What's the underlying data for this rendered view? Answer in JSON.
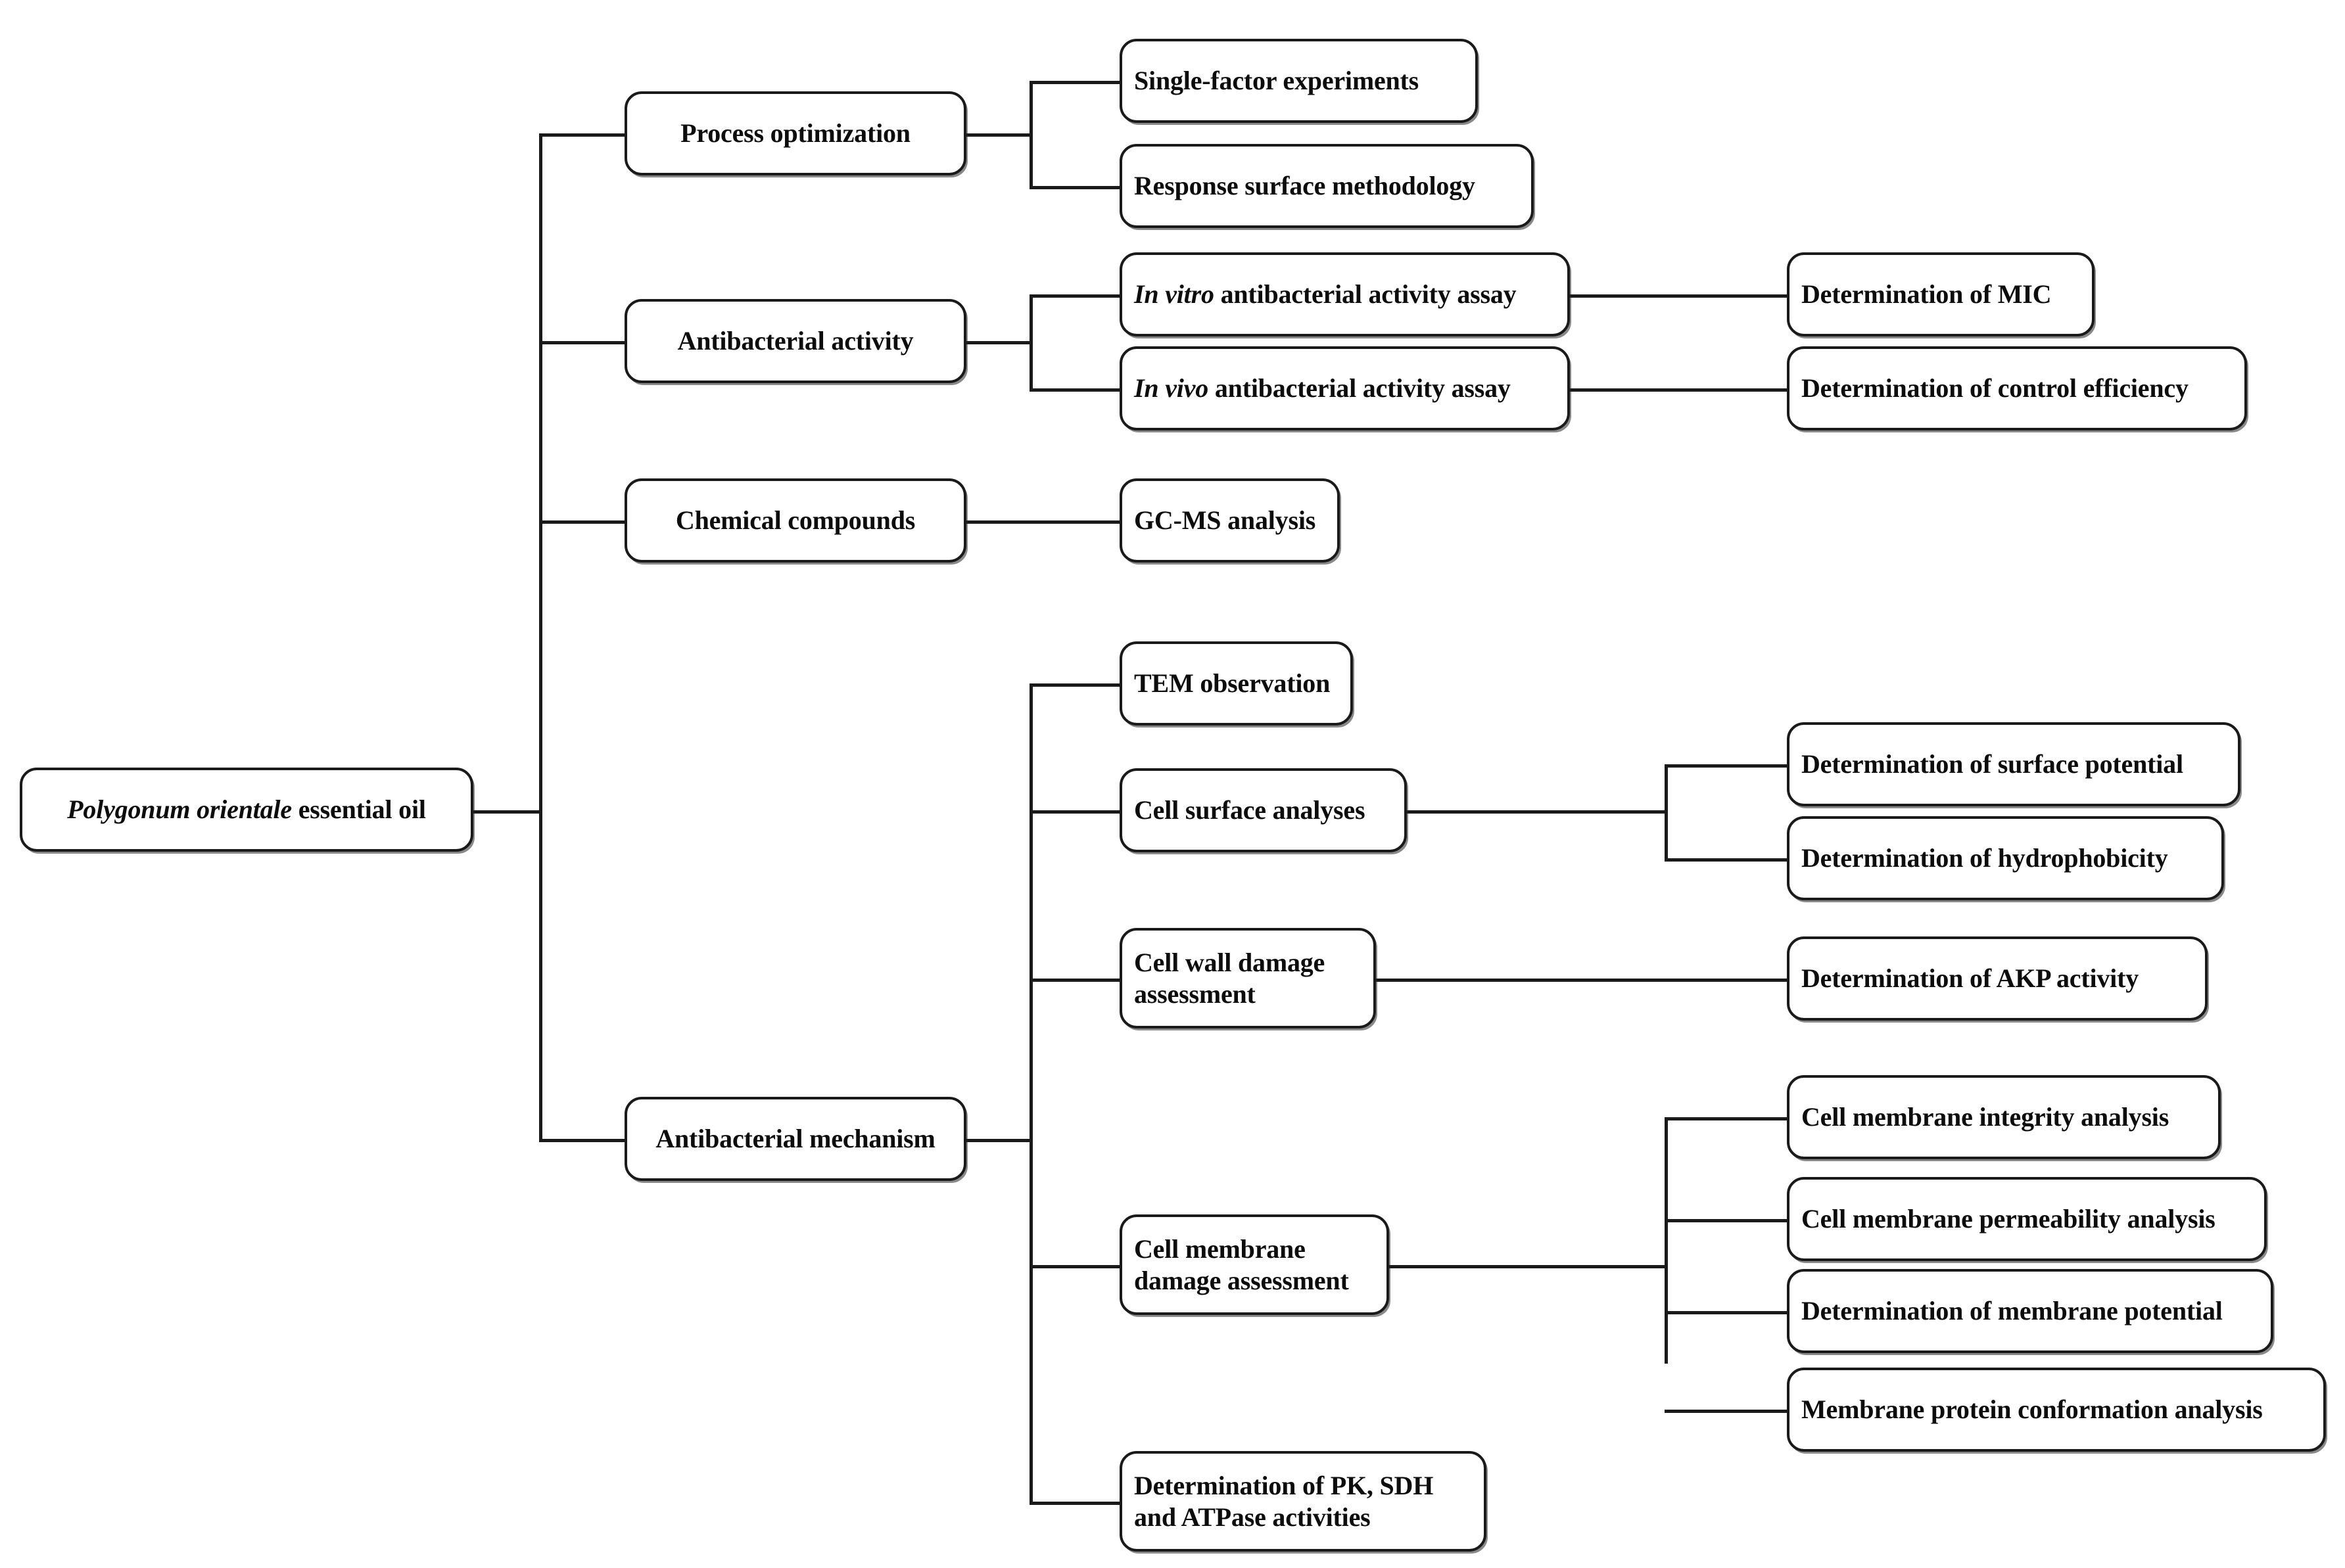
{
  "diagram": {
    "type": "tree-flowchart",
    "orientation": "left-to-right",
    "root": {
      "id": "root",
      "label_italic": "Polygonum orientale",
      "label_rest": " essential oil",
      "label": "Polygonum orientale essential oil"
    },
    "level2": [
      {
        "id": "process-optimization",
        "label": "Process optimization"
      },
      {
        "id": "antibacterial-activity",
        "label": "Antibacterial activity"
      },
      {
        "id": "chemical-compounds",
        "label": "Chemical compounds"
      },
      {
        "id": "antibacterial-mechanism",
        "label": "Antibacterial mechanism"
      }
    ],
    "level3": [
      {
        "id": "single-factor-experiments",
        "label": "Single-factor experiments",
        "parent": "process-optimization"
      },
      {
        "id": "response-surface-methodology",
        "label": "Response surface methodology",
        "parent": "process-optimization"
      },
      {
        "id": "in-vitro-assay",
        "label_italic": "In vitro",
        "label_rest": " antibacterial activity assay",
        "label": "In vitro antibacterial activity assay",
        "parent": "antibacterial-activity"
      },
      {
        "id": "in-vivo-assay",
        "label_italic": "In vivo",
        "label_rest": " antibacterial activity assay",
        "label": "In vivo antibacterial activity assay",
        "parent": "antibacterial-activity"
      },
      {
        "id": "gc-ms-analysis",
        "label": "GC-MS analysis",
        "parent": "chemical-compounds"
      },
      {
        "id": "tem-observation",
        "label": "TEM observation",
        "parent": "antibacterial-mechanism"
      },
      {
        "id": "cell-surface-analyses",
        "label": "Cell surface analyses",
        "parent": "antibacterial-mechanism"
      },
      {
        "id": "cell-wall-damage-assessment",
        "label": "Cell wall damage\nassessment",
        "parent": "antibacterial-mechanism"
      },
      {
        "id": "cell-membrane-damage-assessment",
        "label": "Cell membrane\ndamage assessment",
        "parent": "antibacterial-mechanism"
      },
      {
        "id": "pk-sdh-atpase",
        "label": "Determination of PK, SDH\nand ATPase activities",
        "parent": "antibacterial-mechanism"
      }
    ],
    "level4": [
      {
        "id": "determination-of-mic",
        "label": "Determination of MIC",
        "parent": "in-vitro-assay"
      },
      {
        "id": "determination-of-control-efficiency",
        "label": "Determination of control efficiency",
        "parent": "in-vivo-assay"
      },
      {
        "id": "determination-of-surface-potential",
        "label": "Determination of surface potential",
        "parent": "cell-surface-analyses"
      },
      {
        "id": "determination-of-hydrophobicity",
        "label": "Determination of hydrophobicity",
        "parent": "cell-surface-analyses"
      },
      {
        "id": "determination-of-akp-activity",
        "label": "Determination of AKP activity",
        "parent": "cell-wall-damage-assessment"
      },
      {
        "id": "cell-membrane-integrity-analysis",
        "label": "Cell membrane integrity analysis",
        "parent": "cell-membrane-damage-assessment"
      },
      {
        "id": "cell-membrane-permeability-analysis",
        "label": "Cell membrane permeability analysis",
        "parent": "cell-membrane-damage-assessment"
      },
      {
        "id": "determination-of-membrane-potential",
        "label": "Determination of membrane potential",
        "parent": "cell-membrane-damage-assessment"
      },
      {
        "id": "membrane-protein-conformation-analysis",
        "label": "Membrane protein conformation analysis",
        "parent": "cell-membrane-damage-assessment"
      }
    ],
    "colors": {
      "background": "#ffffff",
      "node_border": "#1a1a1a",
      "node_fill": "#ffffff",
      "text": "#0d0d0d",
      "edge": "#1a1a1a"
    }
  }
}
